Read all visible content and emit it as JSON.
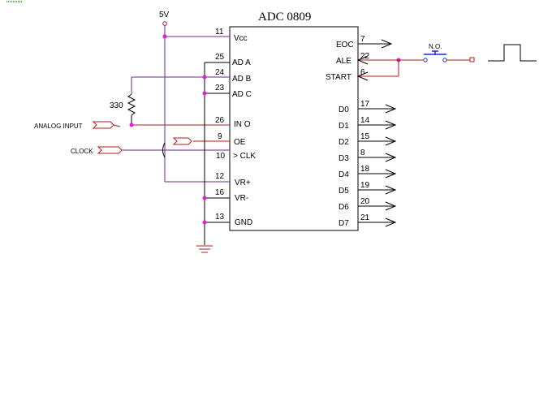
{
  "chip": {
    "title": "ADC 0809",
    "left_pins": [
      {
        "num": "11",
        "name": "Vcc"
      },
      {
        "num": "25",
        "name": "AD A"
      },
      {
        "num": "24",
        "name": "AD B"
      },
      {
        "num": "23",
        "name": "AD C"
      },
      {
        "num": "26",
        "name": "IN O"
      },
      {
        "num": "9",
        "name": "OE"
      },
      {
        "num": "10",
        "name": ">  CLK"
      },
      {
        "num": "12",
        "name": "VR+"
      },
      {
        "num": "16",
        "name": "VR-"
      },
      {
        "num": "13",
        "name": "GND"
      }
    ],
    "right_pins": [
      {
        "num": "7",
        "name": "EOC"
      },
      {
        "num": "22",
        "name": "ALE"
      },
      {
        "num": "6",
        "name": "START"
      },
      {
        "num": "17",
        "name": "D0"
      },
      {
        "num": "14",
        "name": "D1"
      },
      {
        "num": "15",
        "name": "D2"
      },
      {
        "num": "8",
        "name": "D3"
      },
      {
        "num": "18",
        "name": "D4"
      },
      {
        "num": "19",
        "name": "D5"
      },
      {
        "num": "20",
        "name": "D6"
      },
      {
        "num": "21",
        "name": "D7"
      }
    ]
  },
  "labels": {
    "supply": "5V",
    "resistor": "330",
    "analog_input": "ANALOG INPUT",
    "clock": "CLOCK",
    "switch": "N.O."
  },
  "colors": {
    "wire_black": "#000000",
    "wire_purple": "#6a2a8a",
    "wire_red": "#b01a1a",
    "junction": "#e020d0",
    "switch_blue": "#1a2ad0"
  }
}
